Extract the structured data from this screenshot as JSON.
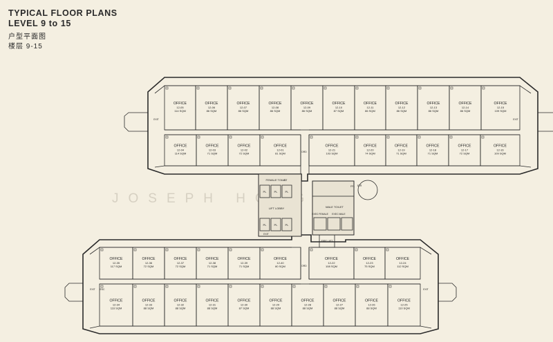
{
  "header": {
    "title_line1": "TYPICAL FLOOR PLANS",
    "title_line2": "LEVEL 9 to 15",
    "subtitle_cn1": "户型平面图",
    "subtitle_cn2": "楼层 9-15"
  },
  "watermark": "JOSEPH HONG",
  "unit_label": "OFFICE",
  "units": [
    {
      "id": "12-05",
      "area": "114 SQM"
    },
    {
      "id": "12-06",
      "area": "86 SQM"
    },
    {
      "id": "12-07",
      "area": "86 SQM"
    },
    {
      "id": "12-08",
      "area": "86 SQM"
    },
    {
      "id": "12-09",
      "area": "86 SQM"
    },
    {
      "id": "12-10",
      "area": "87 SQM"
    },
    {
      "id": "12-11",
      "area": "86 SQM"
    },
    {
      "id": "12-12",
      "area": "86 SQM"
    },
    {
      "id": "12-13",
      "area": "86 SQM"
    },
    {
      "id": "12-14",
      "area": "86 SQM"
    },
    {
      "id": "12-15",
      "area": "109 SQM"
    },
    {
      "id": "12-04",
      "area": "114 SQM"
    },
    {
      "id": "12-03",
      "area": "71 SQM"
    },
    {
      "id": "12-02",
      "area": "72 SQM"
    },
    {
      "id": "12-01",
      "area": "81 SQM"
    },
    {
      "id": "12-21",
      "area": "103 SQM"
    },
    {
      "id": "12-20",
      "area": "74 SQM"
    },
    {
      "id": "12-19",
      "area": "71 SQM"
    },
    {
      "id": "12-18",
      "area": "71 SQM"
    },
    {
      "id": "12-17",
      "area": "72 SQM"
    },
    {
      "id": "12-16",
      "area": "109 SQM"
    },
    {
      "id": "12-35",
      "area": "117 SQM"
    },
    {
      "id": "12-36",
      "area": "72 SQM"
    },
    {
      "id": "12-37",
      "area": "72 SQM"
    },
    {
      "id": "12-38",
      "area": "71 SQM"
    },
    {
      "id": "12-39",
      "area": "71 SQM"
    },
    {
      "id": "12-40",
      "area": "80 SQM"
    },
    {
      "id": "12-22",
      "area": "108 SQM"
    },
    {
      "id": "12-23",
      "area": "75 SQM"
    },
    {
      "id": "12-24",
      "area": "112 SQM"
    },
    {
      "id": "12-34",
      "area": "116 SQM"
    },
    {
      "id": "12-33",
      "area": "88 SQM"
    },
    {
      "id": "12-32",
      "area": "88 SQM"
    },
    {
      "id": "12-31",
      "area": "88 SQM"
    },
    {
      "id": "12-30",
      "area": "87 SQM"
    },
    {
      "id": "12-29",
      "area": "88 SQM"
    },
    {
      "id": "12-28",
      "area": "88 SQM"
    },
    {
      "id": "12-27",
      "area": "88 SQM"
    },
    {
      "id": "12-26",
      "area": "88 SQM"
    },
    {
      "id": "12-25",
      "area": "110 SQM"
    }
  ],
  "rooms": {
    "female_toilet": "FEMALE TOILET",
    "male_toilet": "MALE TOILET",
    "lift_lobby": "LIFT LOBBY",
    "fire_lift": "FIRE LIFT",
    "pl": "PL",
    "exits": "EXIT",
    "stair": "STR",
    "esc": "ESC",
    "riser": "DRD",
    "ffl": "FFL",
    "exec_female": "EXEC FEMALE",
    "exec_male": "EXEC MALE",
    "cl": "CL"
  },
  "colors": {
    "background": "#f4efe1",
    "wall": "#2a2a2a",
    "core_fill": "#e9e3d3"
  }
}
